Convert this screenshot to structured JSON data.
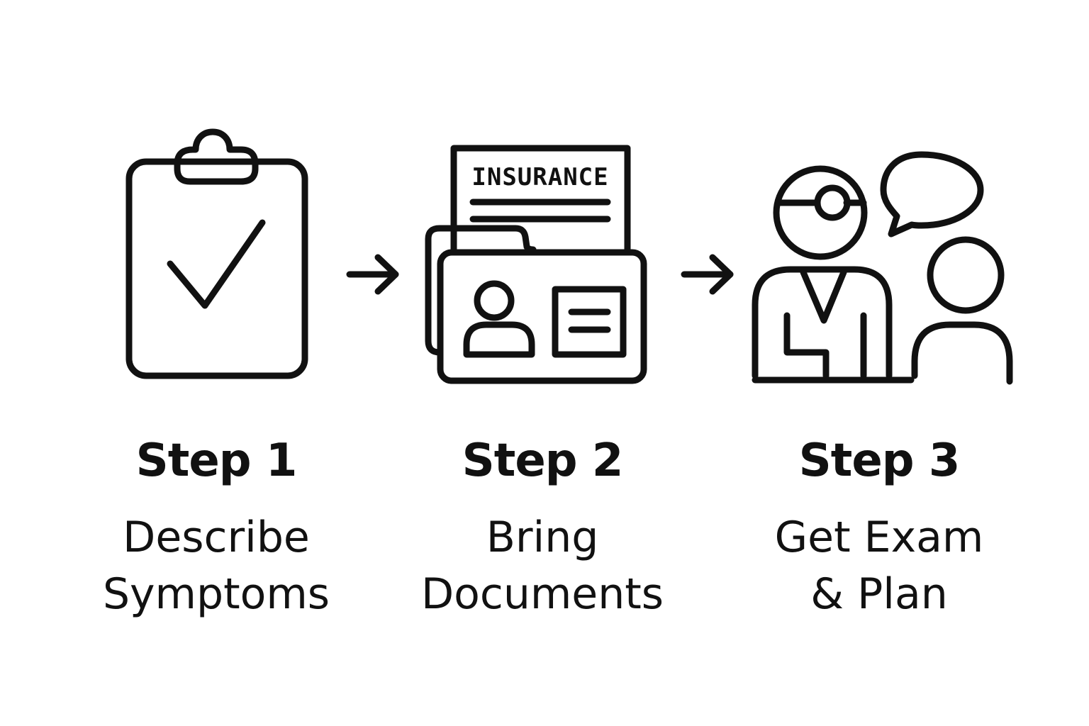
{
  "colors": {
    "stroke": "#111111",
    "background": "#ffffff"
  },
  "steps": [
    {
      "title": "Step 1",
      "description_lines": [
        "Describe",
        "Symptoms"
      ],
      "icon": "clipboard-check-icon"
    },
    {
      "title": "Step 2",
      "description_lines": [
        "Bring",
        "Documents"
      ],
      "icon": "documents-id-card-icon",
      "document_label": "INSURANCE"
    },
    {
      "title": "Step 3",
      "description_lines": [
        "Get Exam",
        "& Plan"
      ],
      "icon": "doctor-patient-consultation-icon"
    }
  ],
  "connectors": [
    {
      "icon": "arrow-right-icon"
    },
    {
      "icon": "arrow-right-icon"
    }
  ]
}
